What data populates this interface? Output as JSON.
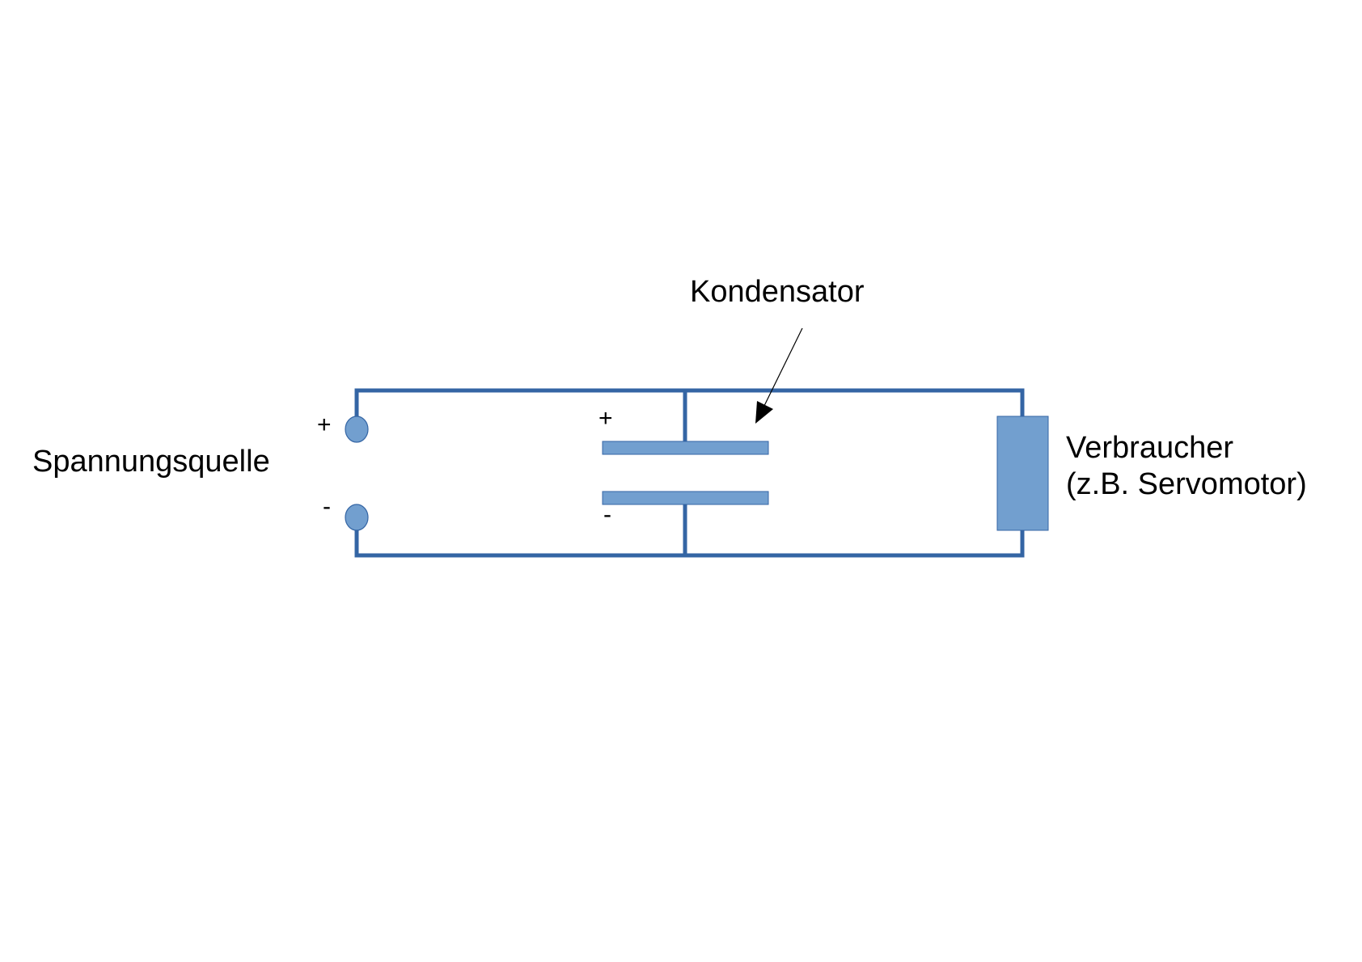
{
  "source": {
    "label": "Spannungsquelle",
    "plus_sign": "+",
    "minus_sign": "-"
  },
  "capacitor": {
    "label": "Kondensator",
    "plus_sign": "+",
    "minus_sign": "-"
  },
  "load": {
    "label_line1": "Verbraucher",
    "label_line2": "(z.B. Servomotor)"
  },
  "colors": {
    "wire": "#3465a4",
    "component_fill": "#729fcf",
    "text": "#000000"
  }
}
